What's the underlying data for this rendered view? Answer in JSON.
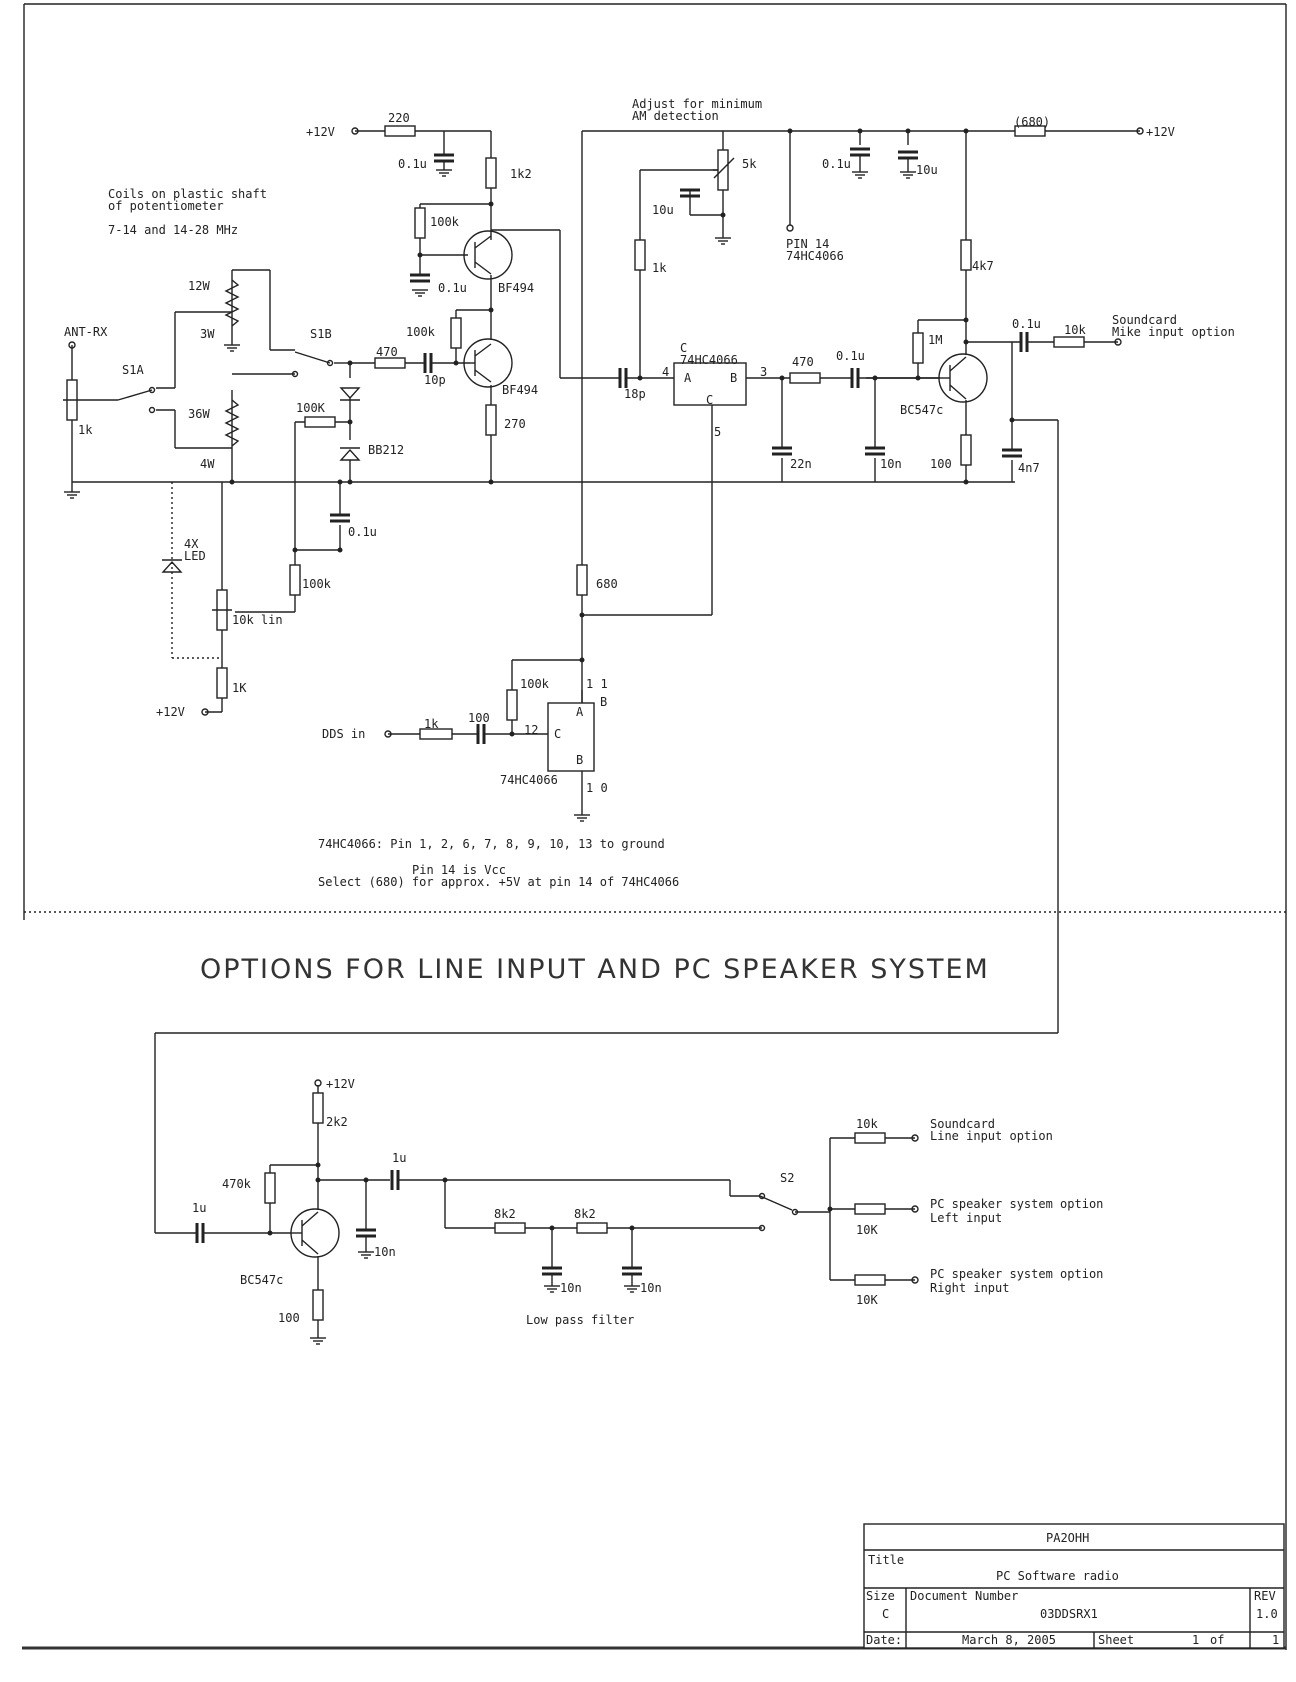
{
  "texts": {
    "supply_tl": "+12V",
    "supply_tr": "+12V",
    "supply_bl": "+12V",
    "supply_out": "+12V",
    "r220": "220",
    "c01_a": "0.1u",
    "r1k2": "1k2",
    "r100k_a": "100k",
    "c01_b": "0.1u",
    "q_bf494_a": "BF494",
    "r100k_b": "100k",
    "q_bf494_b": "BF494",
    "r270": "270",
    "c10p": "10p",
    "r470_a": "470",
    "coils_note_1": "Coils on plastic shaft",
    "coils_note_2": "of potentiometer",
    "coils_note_3": "7-14 and 14-28 MHz",
    "w12": "12W",
    "w3": "3W",
    "w36": "36W",
    "w4": "4W",
    "ant": "ANT-RX",
    "s1a": "S1A",
    "s1b": "S1B",
    "pot1k": "1k",
    "r100k_c": "100K",
    "bb212": "BB212",
    "c01_c": "0.1u",
    "led_1": "4X",
    "led_2": "LED",
    "r100k_d": "100k",
    "pot10k": "10k lin",
    "r1k_low": "1K",
    "adjust_1": "Adjust for minimum",
    "adjust_2": "AM detection",
    "pot5k": "5k",
    "c10u_a": "10u",
    "r1k_b": "1k",
    "pin14_1": "PIN 14",
    "pin14_2": "74HC4066",
    "c01_d": "0.1u",
    "c10u_b": "10u",
    "r680_top": "(680)",
    "r4k7": "4k7",
    "c01_e": "0.1u",
    "r10k_a": "10k",
    "mic_1": "Soundcard",
    "mic_2": "Mike input option",
    "r1m": "1M",
    "q_bc547_a": "BC547c",
    "r100_a": "100",
    "c4n7": "4n7",
    "c18p": "18p",
    "ic1_c": "C",
    "ic1_name": "74HC4066",
    "ic1_a": "A",
    "ic1_b": "B",
    "ic1_cc": "C",
    "ic1_p4": "4",
    "ic1_p3": "3",
    "ic1_p5": "5",
    "r470_b": "470",
    "c01_f": "0.1u",
    "c22n": "22n",
    "c10n_a": "10n",
    "r680": "680",
    "r100k_e": "100k",
    "p11": "1\n1",
    "ic2_a": "A",
    "ic2_b_out": "B",
    "ic2_c": "C",
    "ic2_b": "B",
    "ic2_name": "74HC4066",
    "p10": "1\n0",
    "p12": "12",
    "dds": "DDS in",
    "r1k_c": "1k",
    "c100": "100",
    "note_1": "74HC4066: Pin 1, 2, 6, 7, 8, 9, 10, 13 to ground",
    "note_2": "Pin 14 is Vcc",
    "note_3": "Select (680) for approx. +5V at pin 14 of 74HC4066",
    "heading": "OPTIONS FOR LINE INPUT AND PC SPEAKER SYSTEM",
    "r2k2": "2k2",
    "r470k": "470k",
    "c1u_a": "1u",
    "c1u_b": "1u",
    "q_bc547_b": "BC547c",
    "c10n_b": "10n",
    "r100_b": "100",
    "r8k2_a": "8k2",
    "r8k2_b": "8k2",
    "c10n_c": "10n",
    "c10n_d": "10n",
    "lpf": "Low pass filter",
    "s2": "S2",
    "r10k_b": "10k",
    "line_1": "Soundcard",
    "line_2": "Line input option",
    "r10k_c": "10K",
    "left_1": "PC speaker system option",
    "left_2": "Left input",
    "r10k_d": "10K",
    "right_1": "PC speaker system option",
    "right_2": "Right input"
  },
  "title_block": {
    "company": "PA2OHH",
    "title_label": "Title",
    "title": "PC Software radio",
    "size_label": "Size",
    "size": "C",
    "doc_label": "Document Number",
    "doc_number": "03DDSRX1",
    "rev_label": "REV",
    "rev": "1.0",
    "date_label": "Date:",
    "date": "March  8, 2005",
    "sheet_label": "Sheet",
    "sheet": "1",
    "of_label": "of",
    "sheet_total": "1"
  }
}
